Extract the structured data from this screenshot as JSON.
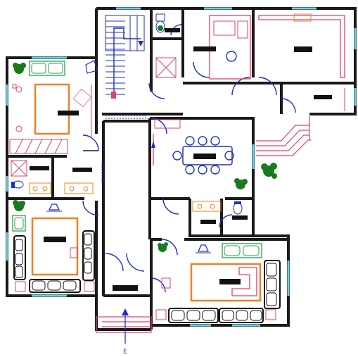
{
  "plan": {
    "colors": {
      "wall": "#1a1a1a",
      "window": "#6fd0e0",
      "furniture_red": "#e0406a",
      "furniture_orange": "#f08020",
      "furniture_blue": "#2030c0",
      "furniture_green": "#28a048",
      "furniture_pink": "#f07aa0",
      "stair_blue": "#2030c0",
      "plant_green": "#1a7a20"
    },
    "entrance_label": "E",
    "rooms": [
      {
        "key": "bedroom-top-left"
      },
      {
        "key": "bathroom-left"
      },
      {
        "key": "bedroom-bottom-left"
      },
      {
        "key": "stair-hall"
      },
      {
        "key": "toilet-top"
      },
      {
        "key": "bedroom-top-center"
      },
      {
        "key": "kitchen-top-right"
      },
      {
        "key": "utility-right"
      },
      {
        "key": "dining-room"
      },
      {
        "key": "bathroom-center"
      },
      {
        "key": "living-room"
      },
      {
        "key": "entrance-hall"
      }
    ]
  }
}
